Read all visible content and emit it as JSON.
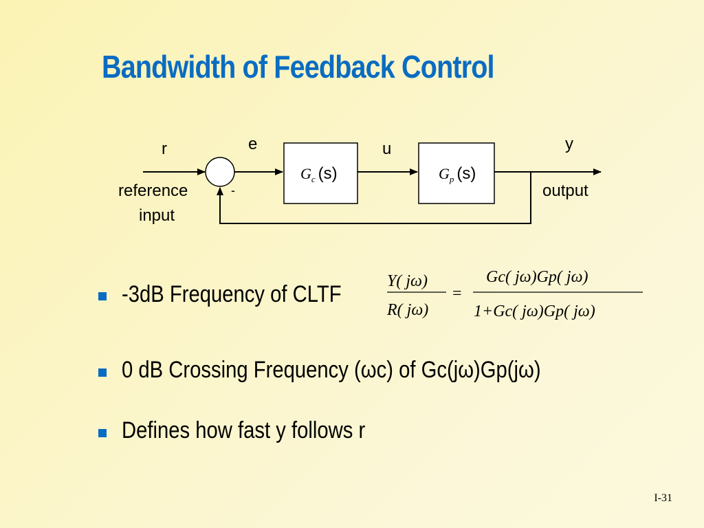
{
  "slide": {
    "title": "Bandwidth of Feedback Control",
    "page_number": "I-31"
  },
  "diagram": {
    "signal_r": "r",
    "signal_e": "e",
    "signal_u": "u",
    "signal_y": "y",
    "minus_sign": "-",
    "reference_label_1": "reference",
    "reference_label_2": "input",
    "output_label": "output",
    "controller": {
      "symbol": "G",
      "subscript": "c",
      "arg": "(s)"
    },
    "plant": {
      "symbol": "G",
      "subscript": "p",
      "arg": "(s)"
    }
  },
  "formula": {
    "lhs_num": "Y( jω)",
    "lhs_den": "R( jω)",
    "equals": "=",
    "rhs_num": "Gc( jω)Gp( jω)",
    "rhs_den": "1+Gc( jω)Gp( jω)"
  },
  "bullets": [
    {
      "text": "-3dB Frequency of CLTF"
    },
    {
      "text": "0 dB Crossing Frequency (ωc) of Gc(jω)Gp(jω)"
    },
    {
      "text": "Defines how fast y follows r"
    }
  ]
}
